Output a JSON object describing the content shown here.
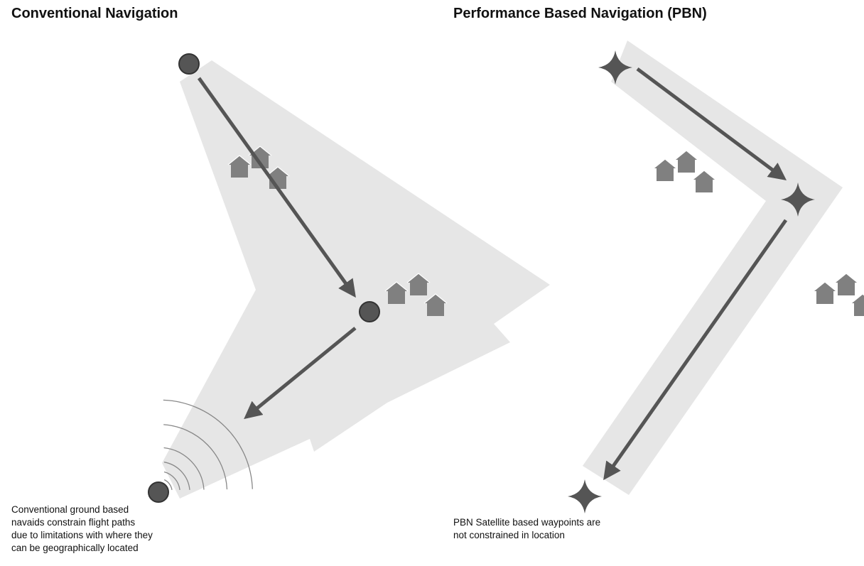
{
  "panels": {
    "conventional": {
      "title": "Conventional Navigation",
      "caption": "Conventional ground based navaids constrain flight paths due to limitations with where they can be geographically located"
    },
    "pbn": {
      "title": "Performance Based Navigation (PBN)",
      "caption": "PBN Satellite based waypoints are not constrained in location"
    }
  },
  "icons": {
    "navaid": "navaid-circle-icon",
    "waypoint": "star-waypoint-icon",
    "house": "house-icon",
    "signal": "signal-arcs-icon",
    "arrow": "flight-path-arrow"
  },
  "colors": {
    "corridor": "#e6e6e6",
    "arrow": "#555555",
    "navaid": "#555555",
    "house": "#808080",
    "signal": "#888888"
  }
}
